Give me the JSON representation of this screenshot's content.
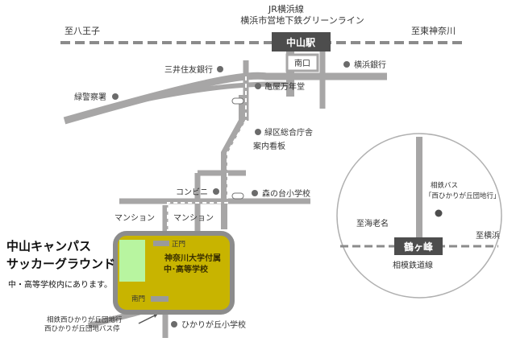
{
  "lines": {
    "jr": "JR横浜線",
    "subway": "横浜市営地下鉄グリーンライン",
    "to_west": "至八王子",
    "to_east": "至東神奈川"
  },
  "station": {
    "name": "中山駅",
    "south_exit": "南口"
  },
  "landmarks": {
    "mitsui_bank": "三井住友銀行",
    "yokohama_bank": "横浜銀行",
    "police": "緑警察署",
    "kameya": "亀屋万年堂",
    "ward_office": "緑区総合庁舎",
    "info_board": "案内看板",
    "conbini": "コンビニ",
    "elementary_mori": "森の台小学校",
    "mansion_1": "マンション",
    "mansion_2": "マンション",
    "elementary_hikari": "ひかりが丘小学校",
    "bus_stop_line1": "相鉄西ひかりが丘団地行",
    "bus_stop_line2": "西ひかりが丘団地バス停"
  },
  "campus": {
    "title_line1": "中山キャンパス",
    "title_line2": "サッカーグラウンド",
    "note": "中・高等学校内にあります。",
    "school_line1": "神奈川大学付属",
    "school_line2": "中･高等学校",
    "main_gate": "正門",
    "south_gate": "南門"
  },
  "inset": {
    "station": "鶴ヶ峰",
    "railway": "相模鉄道線",
    "to_ebina": "至海老名",
    "to_yokohama": "至横浜",
    "bus_line1": "相鉄バス",
    "bus_line2": "「西ひかりが丘団地行」"
  },
  "icons": [
    "landmark-dot-icon",
    "bus-stop-icon",
    "bus-stop-arrow-icon",
    "gate-arrow-icon",
    "route-dash-icon"
  ],
  "colors": {
    "road": "#a7a6a6",
    "railway": "#8b8b8b",
    "station": "#4d4d4d",
    "campus": "#c8b400",
    "campus_border": "#8c8c8c",
    "ground": "#b8f5a0",
    "route": "#ffffff",
    "dot": "#6b6b6b"
  }
}
